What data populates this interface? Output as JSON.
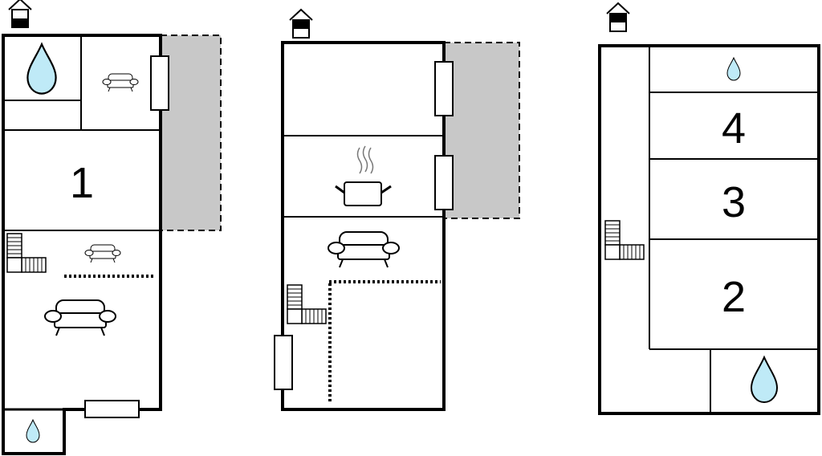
{
  "floors": [
    {
      "name": "floor-1",
      "room_numbers": [
        "1"
      ]
    },
    {
      "name": "floor-2",
      "room_numbers": []
    },
    {
      "name": "floor-3",
      "room_numbers": [
        "4",
        "3",
        "2"
      ]
    }
  ],
  "colors": {
    "wall": "#000000",
    "terrace": "#c8c8c8",
    "water": "#bfeaf7"
  },
  "icons": [
    "house-floor-icon",
    "water-drop-icon",
    "sofa-icon",
    "stairs-icon",
    "cooking-pot-icon",
    "window-icon"
  ]
}
